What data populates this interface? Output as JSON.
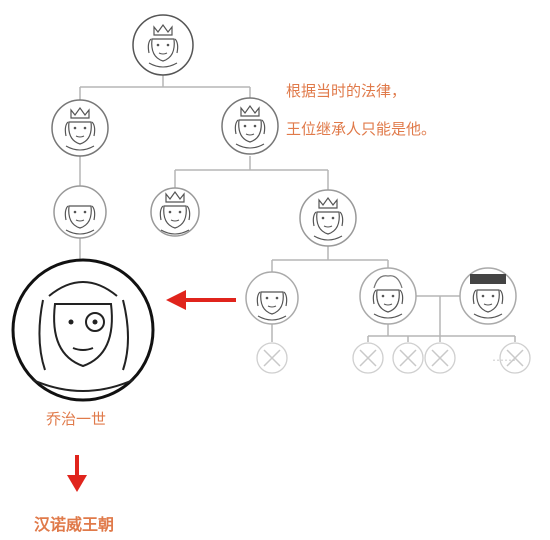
{
  "note": {
    "line1": "根据当时的法律，",
    "line2": "王位继承人只能是他。"
  },
  "heir": {
    "name": "乔治一世",
    "dynasty": "汉诺威王朝"
  },
  "ellipsis": "……",
  "colors": {
    "accent": "#e07a4a",
    "arrow": "#e0241c",
    "line": "#b5b5b5",
    "faded": "#c9c9c9",
    "ink": "#222222"
  }
}
